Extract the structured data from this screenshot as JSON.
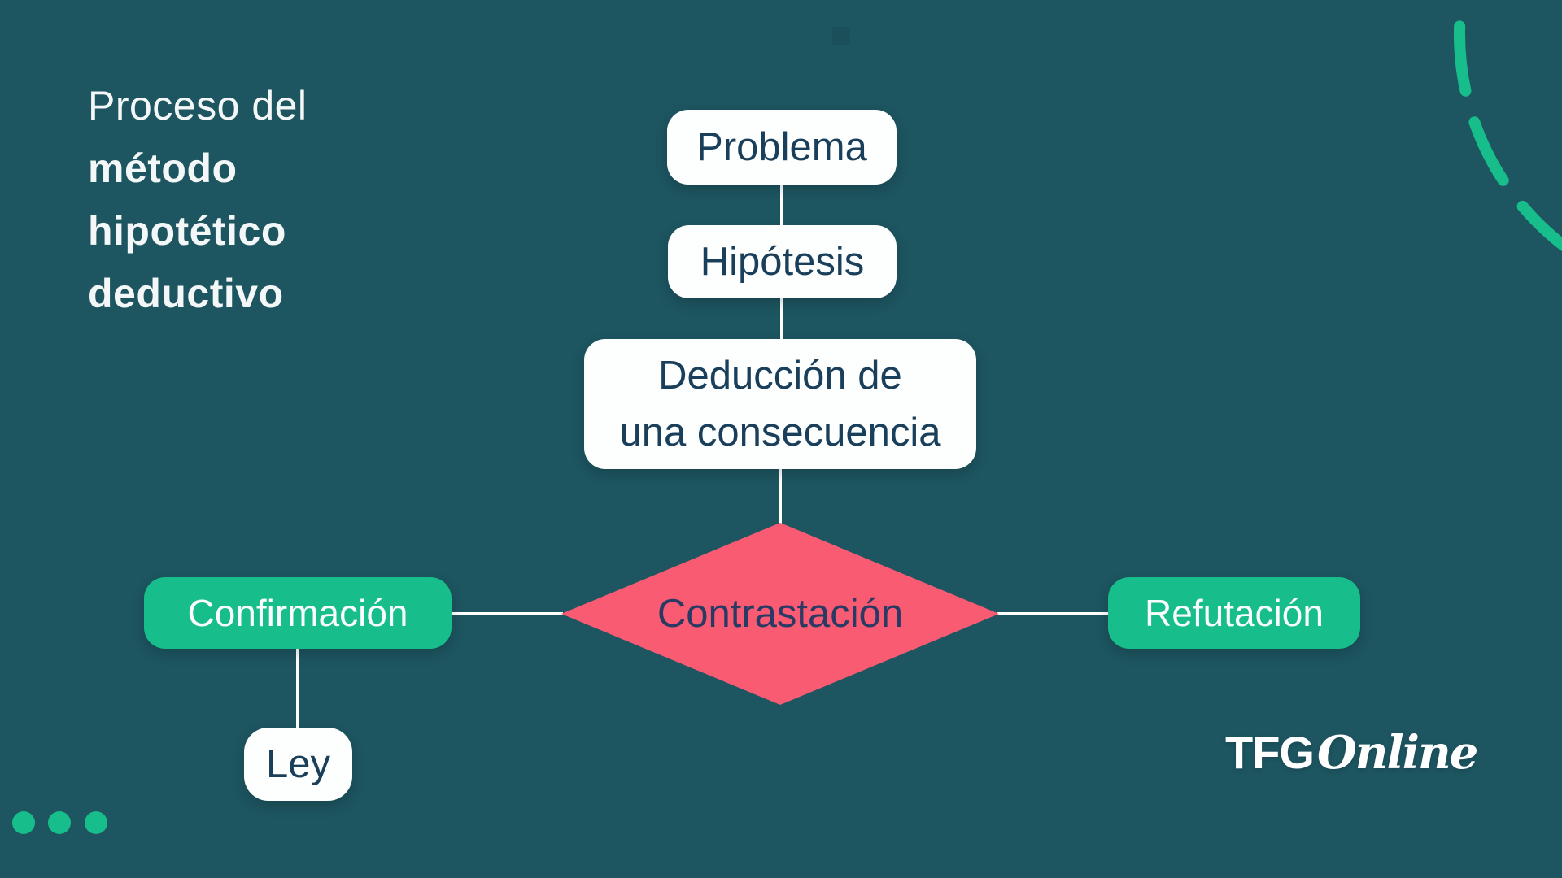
{
  "title": {
    "line1": "Proceso del",
    "line2": "método",
    "line3": "hipotético",
    "line4": "deductivo"
  },
  "nodes": {
    "problema": {
      "label": "Problema"
    },
    "hipotesis": {
      "label": "Hipótesis"
    },
    "deduccion": {
      "line1": "Deducción de",
      "line2": "una consecuencia"
    },
    "contrastacion": {
      "label": "Contrastación"
    },
    "confirmacion": {
      "label": "Confirmación"
    },
    "refutacion": {
      "label": "Refutación"
    },
    "ley": {
      "label": "Ley"
    }
  },
  "logo": {
    "tfg": "TFG",
    "online": "Online"
  },
  "colors": {
    "background": "#1D5560",
    "box_white": "#FDFEFE",
    "box_green": "#17BE8B",
    "diamond_pink": "#F95B72",
    "text_navy": "#1A3F5B",
    "diamond_text_navy": "#2B3A64",
    "connector_white": "#FFFFFF",
    "accent_green": "#17BE8B"
  }
}
